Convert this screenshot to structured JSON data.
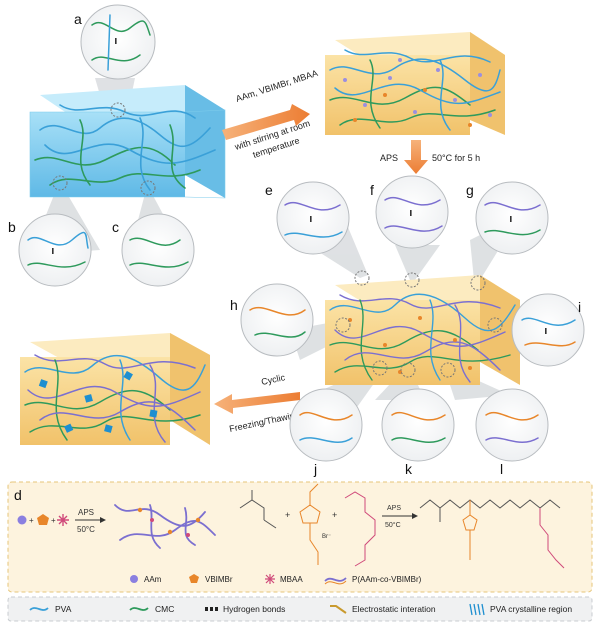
{
  "panels": {
    "a": "a",
    "b": "b",
    "c": "c",
    "d": "d",
    "e": "e",
    "f": "f",
    "g": "g",
    "h": "h",
    "i": "i",
    "j": "j",
    "k": "k",
    "l": "l"
  },
  "steps": {
    "step1_line1": "AAm, VBIMBr, MBAA",
    "step1_line2": "with stirring at room",
    "step1_line3": "temperature",
    "step2_aps": "APS",
    "step2_cond": "50°C for 5 h",
    "step3_line1": "Cyclic",
    "step3_line2": "Freezing/Thawing"
  },
  "scheme": {
    "aps": "APS",
    "temp": "50°C",
    "aps2": "APS",
    "temp2": "50°C",
    "plus": "+",
    "bromide": "Br⁻"
  },
  "legend_d": {
    "aam": "AAm",
    "vbimbr": "VBIMBr",
    "mbaa": "MBAA",
    "copolymer": "P(AAm-co-VBIMBr)"
  },
  "legend_bottom": {
    "pva": "PVA",
    "cmc": "CMC",
    "hbond": "Hydrogen bonds",
    "electrostatic": "Electrostatic interation",
    "crystalline": "PVA crystalline region"
  },
  "colors": {
    "pva": "#3aa0d8",
    "cmc": "#2e9a5c",
    "copolymer": "#7b6fd0",
    "vbimbr": "#e8862a",
    "mbaa": "#d04a7a",
    "gel_blue": "#8fd2f2",
    "gel_yellow": "#f6d58a",
    "arrow": "#f0944a"
  }
}
